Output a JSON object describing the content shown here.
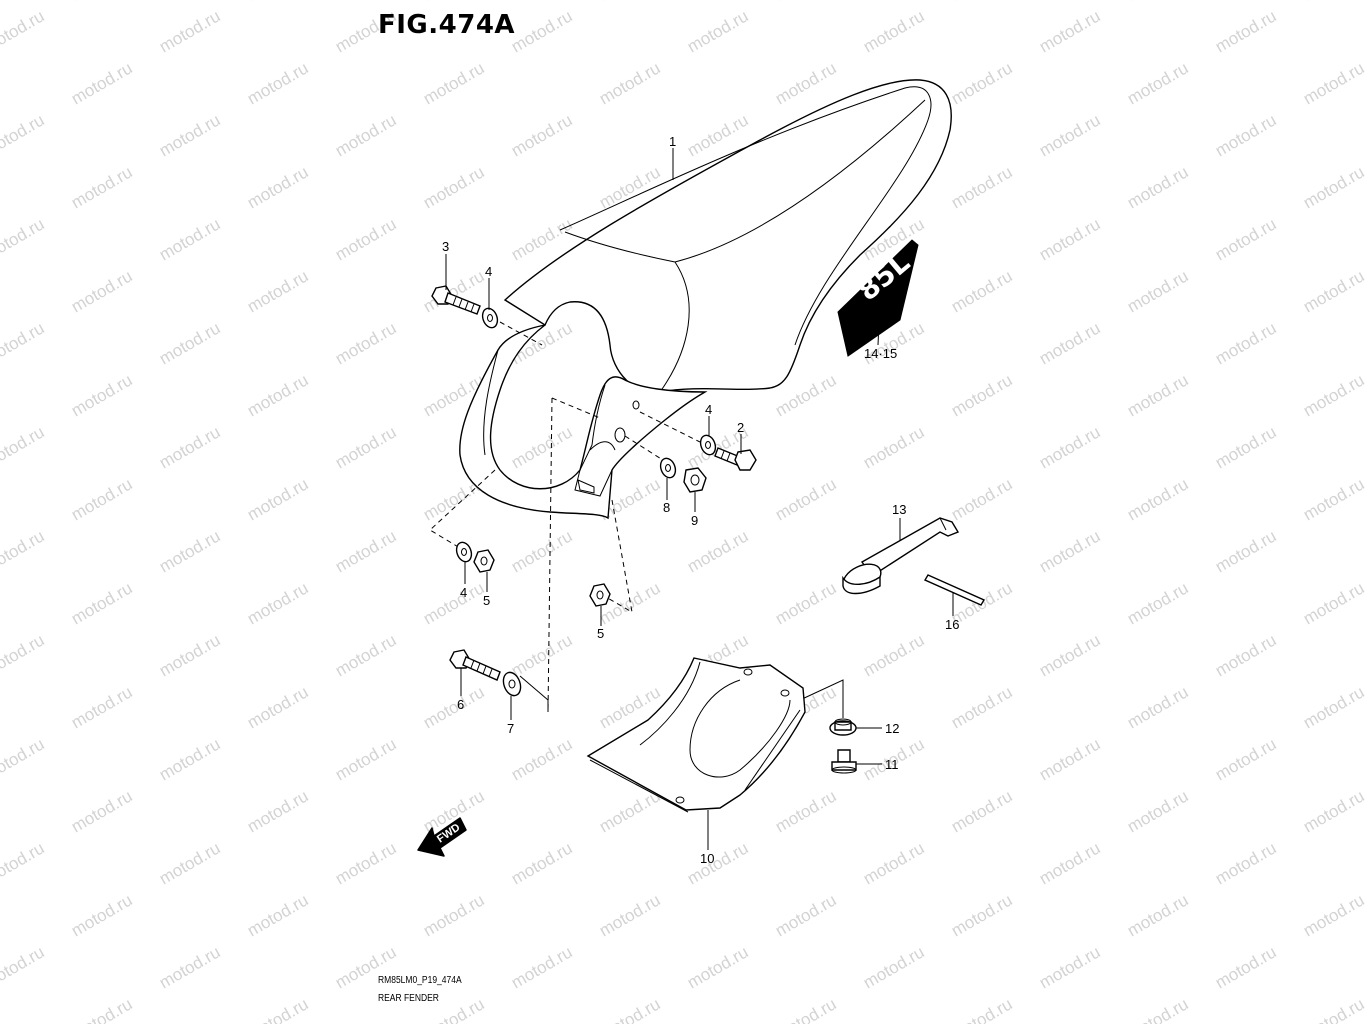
{
  "figure": {
    "title": "FIG.474A",
    "code": "RM85LM0_P19_474A",
    "name": "REAR FENDER",
    "watermark": "motod.ru",
    "fwd_label": "FWD",
    "decal_text": "85L"
  },
  "callouts": [
    {
      "id": "1",
      "label": "1"
    },
    {
      "id": "3",
      "label": "3"
    },
    {
      "id": "4a",
      "label": "4"
    },
    {
      "id": "4b",
      "label": "4"
    },
    {
      "id": "2",
      "label": "2"
    },
    {
      "id": "14-15",
      "label": "14·15"
    },
    {
      "id": "8",
      "label": "8"
    },
    {
      "id": "9",
      "label": "9"
    },
    {
      "id": "4c",
      "label": "4"
    },
    {
      "id": "5a",
      "label": "5"
    },
    {
      "id": "5b",
      "label": "5"
    },
    {
      "id": "13",
      "label": "13"
    },
    {
      "id": "16",
      "label": "16"
    },
    {
      "id": "6",
      "label": "6"
    },
    {
      "id": "7",
      "label": "7"
    },
    {
      "id": "12",
      "label": "12"
    },
    {
      "id": "11",
      "label": "11"
    },
    {
      "id": "10",
      "label": "10"
    }
  ]
}
